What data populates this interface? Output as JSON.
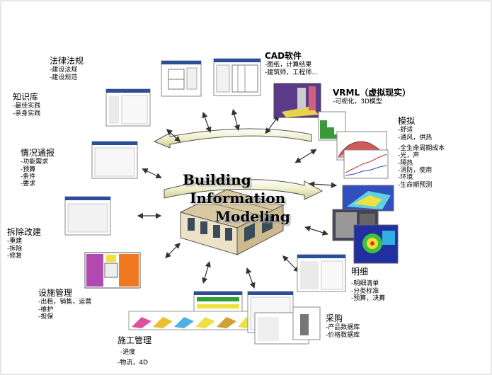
{
  "center": {
    "line1": "Building",
    "line2": "Information",
    "line3": "Modeling"
  },
  "nodes": {
    "law": {
      "title": "法律法规",
      "items": [
        "-建设法规",
        "-建设规范"
      ]
    },
    "cad": {
      "title": "CAD软件",
      "items": [
        "-图纸，计算结果",
        "-建筑师，工程师…"
      ]
    },
    "vrml": {
      "title": "VRML（虚拟现实）",
      "items": [
        "-可视化，3D模型"
      ]
    },
    "knowledge": {
      "title": "知识库",
      "items": [
        "-最佳实践",
        "-亲身实践"
      ]
    },
    "simulation": {
      "title": "模拟",
      "items": [
        "-舒适",
        "-通风，供热",
        "-全生命周期成本",
        "-光，声",
        "-隔热",
        "-消防，使用",
        "-环境",
        "-生命期预测"
      ]
    },
    "brief": {
      "title": "情况通报",
      "items": [
        "-功能需求",
        "-预算",
        "-条件",
        "-要求"
      ]
    },
    "demolition": {
      "title": "拆除改建",
      "items": [
        "-重建",
        "-拆除",
        "-修复"
      ]
    },
    "detail": {
      "title": "明细",
      "items": [
        "-明细清单",
        "-分类标准",
        "-预算，决算"
      ]
    },
    "facility": {
      "title": "设施管理",
      "items": [
        "-出租，销售，运营",
        "-维护",
        "-担保"
      ]
    },
    "procurement": {
      "title": "采购",
      "items": [
        "-产品数据库",
        "-价格数据库"
      ]
    },
    "construction": {
      "title": "施工管理",
      "items": [
        "-进度",
        "-物流，4D"
      ]
    }
  },
  "colors": {
    "arrow_fill": "#f3f2c0",
    "building_wall": "#e8dcc0",
    "building_roof": "#c8b890"
  }
}
